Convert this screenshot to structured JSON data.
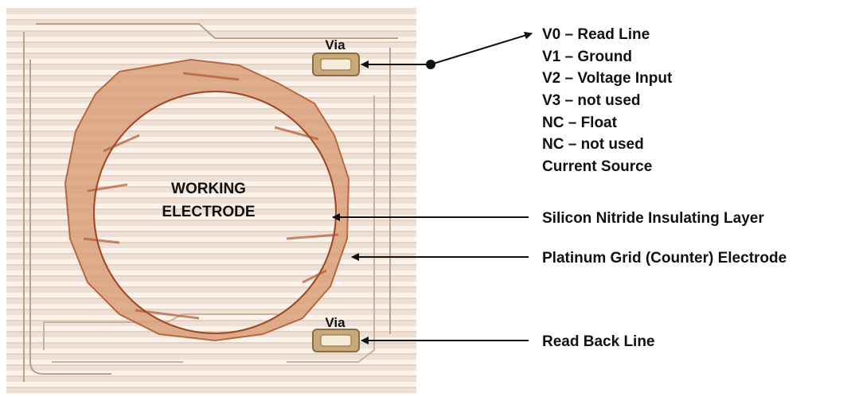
{
  "micrograph": {
    "electrode_label_line1": "WORKING",
    "electrode_label_line2": "ELECTRODE",
    "via_top_label": "Via",
    "via_bottom_label": "Via",
    "colors": {
      "substrate": "#efe0d6",
      "trace_light": "#fbf3ec",
      "trace_dark": "#b9a289",
      "nitride_ring": "#d9a07b",
      "nitride_edge": "#b8673f",
      "via_pad": "#c9a978"
    }
  },
  "callouts": {
    "via_lines": [
      "V0 – Read Line",
      "V1 – Ground",
      "V2 – Voltage Input",
      "V3 – not used",
      "NC – Float",
      "NC – not used",
      "Current Source"
    ],
    "insulating_layer": "Silicon Nitride Insulating Layer",
    "counter_electrode": "Platinum Grid (Counter) Electrode",
    "read_back": "Read Back Line"
  }
}
